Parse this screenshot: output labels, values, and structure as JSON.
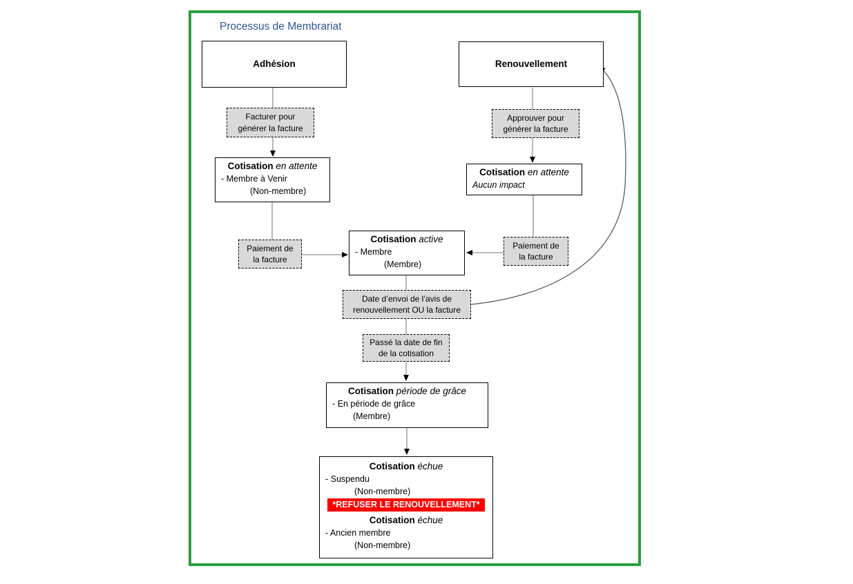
{
  "title": "Processus de Membrariat",
  "colors": {
    "frame_green": "#28A03C",
    "title_blue": "#2F5496",
    "action_fill": "#D9D9D9",
    "state_border": "#000000",
    "connector_gray": "#A6A6A6",
    "curve_gray": "#595959",
    "alert_bg": "#FF0000",
    "alert_fg": "#FFFFFF"
  },
  "boxes": {
    "adhesion": {
      "title": "Adhésion"
    },
    "renouvellement": {
      "title": "Renouvellement"
    },
    "facturer": {
      "line1": "Facturer pour",
      "line2": "générer la facture"
    },
    "approuver": {
      "line1": "Approuver pour",
      "line2": "générer la facture"
    },
    "attente_left": {
      "keyword": "Cotisation",
      "state": "en attente",
      "line1": "- Membre à Venir",
      "line2": "(Non-membre)"
    },
    "attente_right": {
      "keyword": "Cotisation",
      "state": "en attente",
      "line1": "Aucun impact"
    },
    "paiement_left": {
      "line1": "Paiement de",
      "line2": "la facture"
    },
    "active": {
      "keyword": "Cotisation",
      "state": "active",
      "line1": "- Membre",
      "line2": "(Membre)"
    },
    "paiement_right": {
      "line1": "Paiement de",
      "line2": "la facture"
    },
    "date_envoi": {
      "line1": "Date d’envoi de l’avis de",
      "line2": "renouvellement OU la facture"
    },
    "passe_date": {
      "line1": "Passé la date de fin",
      "line2": "de la cotisation"
    },
    "periode_grace": {
      "keyword": "Cotisation",
      "state": "période de grâce",
      "line1": "- En période de grâce",
      "line2": "(Membre)"
    },
    "echue": {
      "keyword": "Cotisation",
      "state": "échue",
      "line1": "- Suspendu",
      "line2": "(Non-membre)",
      "alert": "*REFUSER LE RENOUVELLEMENT*",
      "keyword2": "Cotisation",
      "state2": "échue",
      "line3": "- Ancien membre",
      "line4": "(Non-membre)"
    }
  }
}
